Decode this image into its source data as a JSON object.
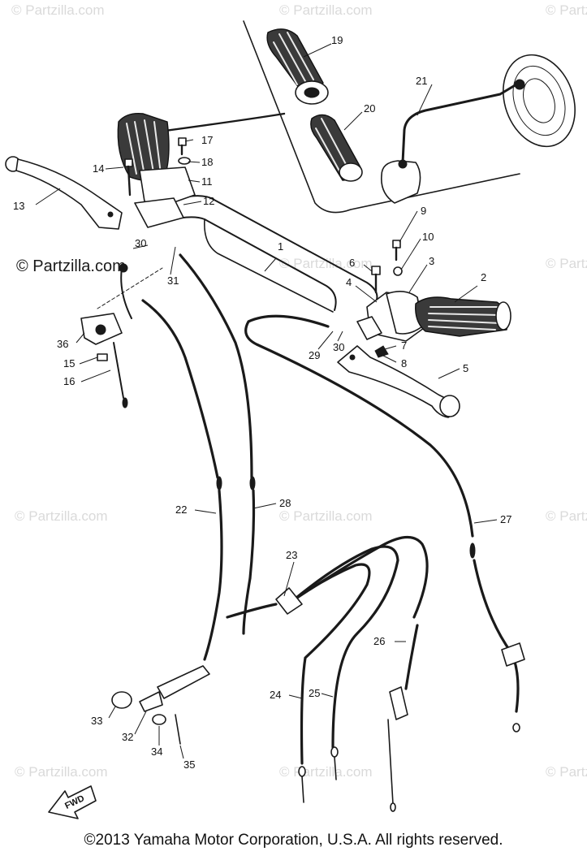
{
  "watermarks": {
    "text": "© Partzilla.com",
    "prominent": "© Partzilla.com"
  },
  "direction_marker": "FWD",
  "copyright": "©2013  Yamaha Motor Corporation, U.S.A. All rights reserved.",
  "callouts": {
    "c1": "1",
    "c2": "2",
    "c3": "3",
    "c4": "4",
    "c5": "5",
    "c6": "6",
    "c7": "7",
    "c8": "8",
    "c9": "9",
    "c10": "10",
    "c11": "11",
    "c12": "12",
    "c13": "13",
    "c14": "14",
    "c15": "15",
    "c16": "16",
    "c17": "17",
    "c18": "18",
    "c19": "19",
    "c20": "20",
    "c21": "21",
    "c22": "22",
    "c23": "23",
    "c24": "24",
    "c25": "25",
    "c26": "26",
    "c27": "27",
    "c28": "28",
    "c29": "29",
    "c30a": "30",
    "c30b": "30",
    "c31": "31",
    "c32": "32",
    "c33": "33",
    "c34": "34",
    "c35": "35",
    "c36": "36"
  }
}
